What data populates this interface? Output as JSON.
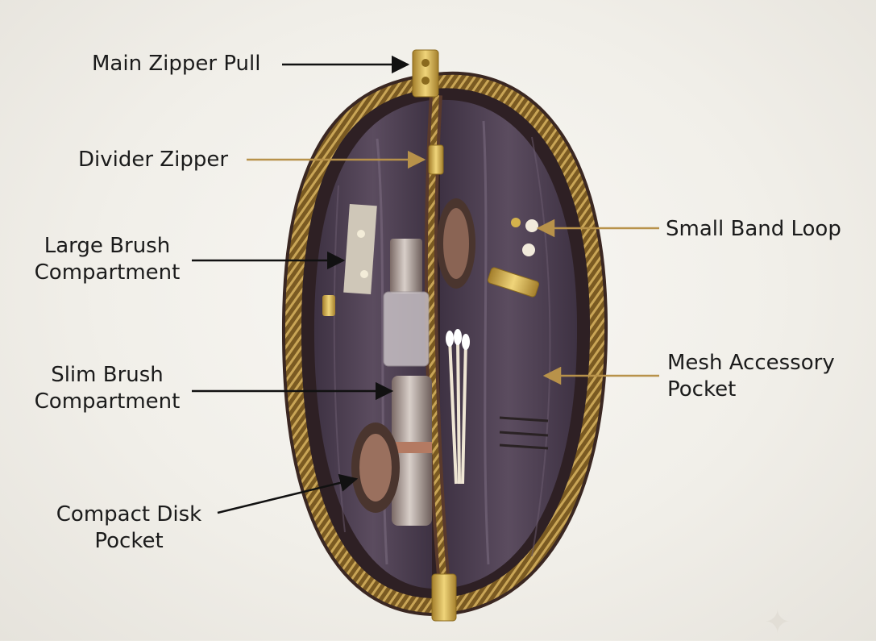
{
  "labels": {
    "main_zipper_pull": [
      "Main Zipper Pull"
    ],
    "divider_zipper": [
      "Divider Zipper"
    ],
    "large_brush_compartment": [
      "Large Brush",
      "Compartment"
    ],
    "slim_brush_compartment": [
      "Slim Brush",
      "Compartment"
    ],
    "compact_disk_pocket": [
      "Compact Disk",
      "Pocket"
    ],
    "small_band_loop": [
      "Small Band Loop"
    ],
    "mesh_accessory_pocket": [
      "Mesh Accessory",
      "Pocket"
    ]
  },
  "colors": {
    "background": "#f1efe9",
    "arrow_black": "#111111",
    "arrow_gold": "#b8924a",
    "lining": "#4a3d4e",
    "zipper_tape": "#8a6a2e",
    "zipper_pull": "#d4b24c",
    "bag_shell": "#3a2722"
  },
  "icons": [
    "sparkle-icon"
  ]
}
